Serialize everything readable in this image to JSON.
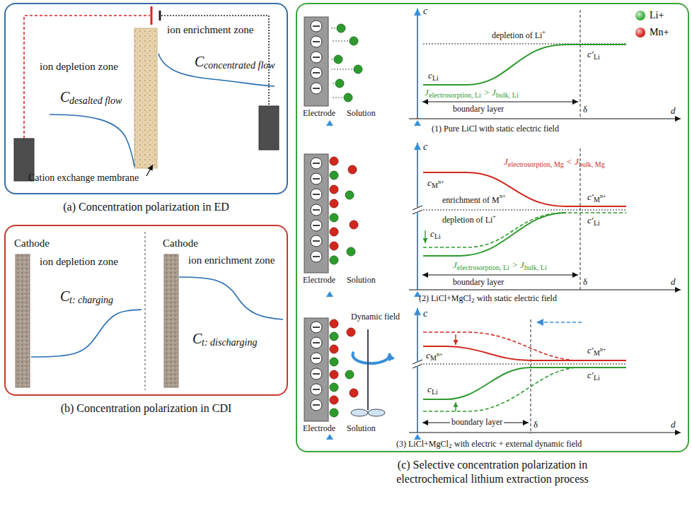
{
  "diagram": {
    "nodes": [
      {
        "text": [
          "(a) Concentration polarization in ED"
        ]
      },
      {
        "text": [
          "(b) Concentration polarization in CDI"
        ]
      },
      {
        "text": [
          "(c) Selective concentration polarization in electrochemical lithium extraction process"
        ]
      }
    ],
    "labels": [
      "ion enrichment zone",
      "ion depletion zone",
      "C",
      "concentrated flow",
      "C",
      "desalted flow",
      "Cation exchange membrane",
      "Cathode",
      "ion depletion zone",
      "C",
      "t: charging",
      "Cathode",
      "ion enrichment zone",
      "C",
      "t: discharging",
      "c",
      "depletion of Li",
      "+",
      "c",
      "Li",
      "c'",
      "Li",
      "J",
      "electrosorption, Li",
      ">",
      "J",
      "bulk, Li",
      "boundary layer",
      "δ",
      "d",
      "Electrode",
      "Solution",
      "(1) Pure LiCl with static electric field",
      "c",
      "J",
      "electrosorption, Mg",
      "<",
      "J",
      "bulk, Mg",
      "c",
      "M",
      "n+",
      "c'",
      "M",
      "n+",
      "enrichment of M",
      "n+",
      "depletion of Li",
      "+",
      "c'",
      "Li",
      "c",
      "Li",
      "J",
      "electrosorption, Li",
      ">",
      "J",
      "bulk, Li",
      "boundary layer",
      "δ",
      "d",
      "Electrode",
      "Solution",
      "(2) LiCl+MgCl",
      "2",
      "with static electric field",
      "Dynamic field",
      "c",
      "c",
      "M",
      "n+",
      "c'",
      "M",
      "n+",
      "c",
      "Li",
      "c'",
      "Li",
      "boundary layer",
      "δ",
      "d",
      "Electrode",
      "Solution",
      "(3) LiCl+MgCl",
      "2",
      "with electric + external dynamic field"
    ],
    "legend": [
      {
        "text": "Li+",
        "color": "#3cae3c"
      },
      {
        "text": "Mn+",
        "color": "#d8231f"
      }
    ]
  }
}
